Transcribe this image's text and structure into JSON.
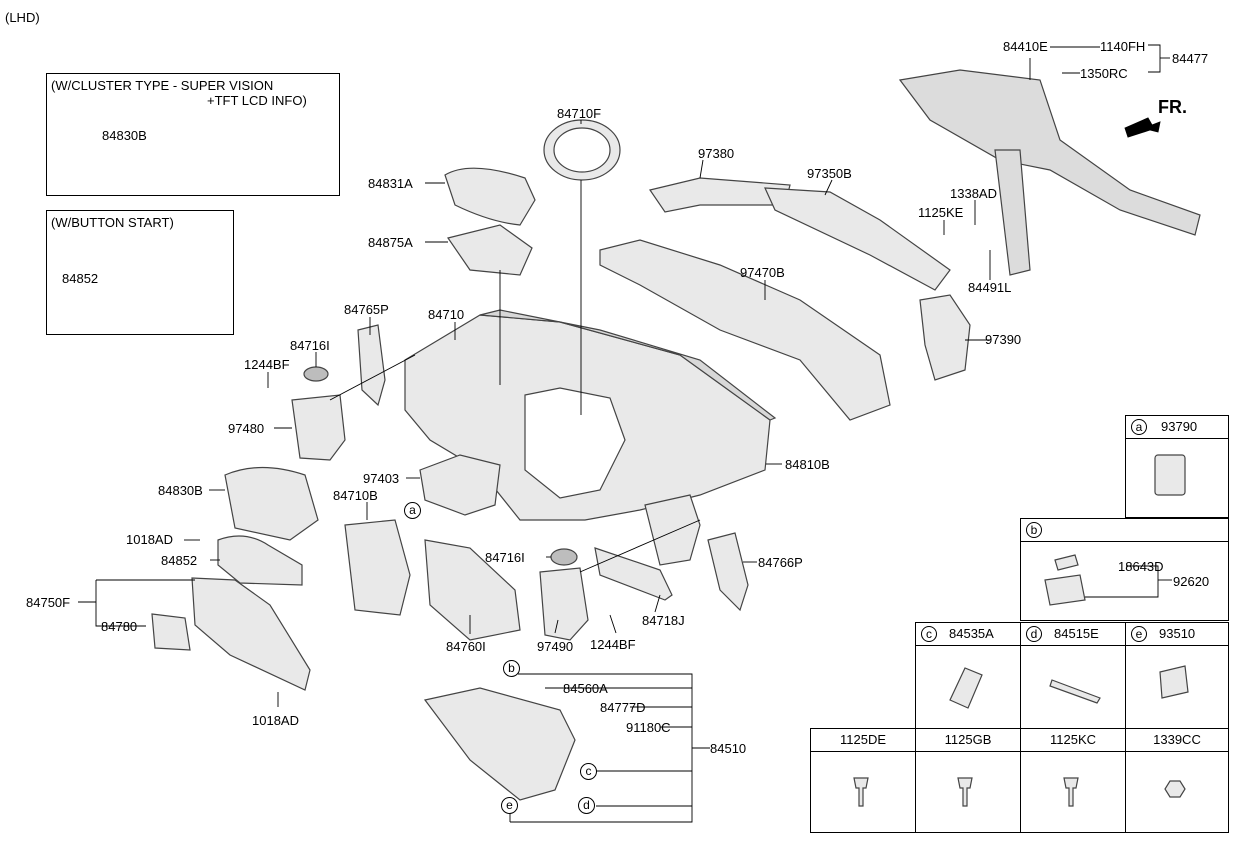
{
  "header": {
    "variant": "(LHD)"
  },
  "boxes": {
    "cluster_type_line1": "(W/CLUSTER TYPE - SUPER VISION",
    "cluster_type_line2": "+TFT LCD INFO)",
    "button_start": "(W/BUTTON START)"
  },
  "direction": {
    "label": "FR."
  },
  "parts": {
    "p84830B_box": "84830B",
    "p84852_box": "84852",
    "p84710F": "84710F",
    "p84831A": "84831A",
    "p84875A": "84875A",
    "p97380": "97380",
    "p97350B": "97350B",
    "p97470B": "97470B",
    "p97390": "97390",
    "p84410E": "84410E",
    "p1140FH": "1140FH",
    "p1350RC": "1350RC",
    "p84477": "84477",
    "p1338AD": "1338AD",
    "p1125KE": "1125KE",
    "p84491L": "84491L",
    "p84765P": "84765P",
    "p84710": "84710",
    "p84716I_a": "84716I",
    "p1244BF_a": "1244BF",
    "p97480": "97480",
    "p84810B": "84810B",
    "p97403": "97403",
    "p84830B": "84830B",
    "p84710B": "84710B",
    "p1018AD_a": "1018AD",
    "p84852": "84852",
    "p84750F": "84750F",
    "p84780": "84780",
    "p1018AD_b": "1018AD",
    "p84760I": "84760I",
    "p84716I_b": "84716I",
    "p97490": "97490",
    "p1244BF_b": "1244BF",
    "p84718J": "84718J",
    "p84766P": "84766P",
    "p84560A": "84560A",
    "p84777D": "84777D",
    "p91180C": "91180C",
    "p84510": "84510"
  },
  "callouts": {
    "a": "a",
    "b": "b",
    "c": "c",
    "d": "d",
    "e": "e"
  },
  "table": {
    "a": {
      "letter": "a",
      "part": "93790"
    },
    "b": {
      "letter": "b",
      "part": "",
      "p18643D": "18643D",
      "p92620": "92620"
    },
    "c": {
      "letter": "c",
      "part": "84535A"
    },
    "d": {
      "letter": "d",
      "part": "84515E"
    },
    "e": {
      "letter": "e",
      "part": "93510"
    },
    "fasteners": [
      "1125DE",
      "1125GB",
      "1125KC",
      "1339CC"
    ]
  },
  "colors": {
    "line": "#000000",
    "part_fill": "#e9e9e9",
    "part_stroke": "#444444",
    "speaker": "#bdbdbd"
  }
}
